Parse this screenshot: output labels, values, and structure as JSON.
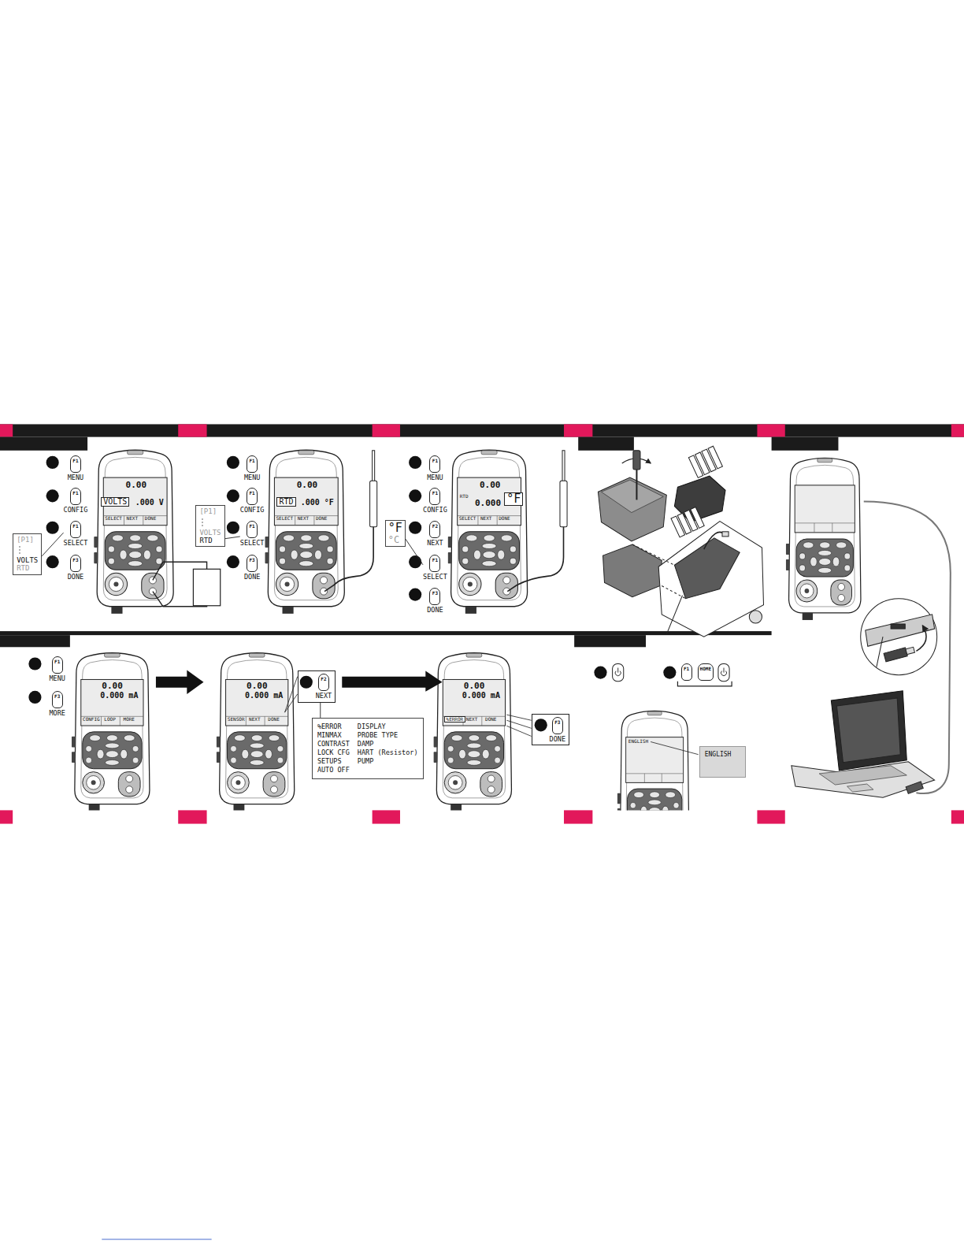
{
  "diagram": {
    "nodes": [
      {
        "text": [
          "F1",
          "MENU"
        ]
      },
      {
        "text": [
          "F1",
          "CONFIG"
        ]
      },
      {
        "text": [
          "[P1]",
          "VOLTS",
          "RTD"
        ]
      },
      {
        "text": [
          "F1",
          "SELECT"
        ]
      },
      {
        "text": [
          "F3",
          "DONE"
        ]
      },
      {
        "text": [
          "F1",
          "MENU"
        ]
      },
      {
        "text": [
          "F1",
          "CONFIG"
        ]
      },
      {
        "text": [
          "[P1]",
          "VOLTS",
          "RTD"
        ]
      },
      {
        "text": [
          "F1",
          "SELECT"
        ]
      },
      {
        "text": [
          "F3",
          "DONE"
        ]
      },
      {
        "text": [
          "F1",
          "MENU"
        ]
      },
      {
        "text": [
          "F1",
          "CONFIG"
        ]
      },
      {
        "text": [
          "F2",
          "NEXT"
        ]
      },
      {
        "text": [
          "°F",
          "°C"
        ]
      },
      {
        "text": [
          "F1",
          "SELECT"
        ]
      },
      {
        "text": [
          "F3",
          "DONE"
        ]
      },
      {
        "text": [
          "F1",
          "MENU"
        ]
      },
      {
        "text": [
          "F3",
          "MORE"
        ]
      },
      {
        "text": [
          "F2",
          "NEXT"
        ]
      },
      {
        "text": [
          "%ERROR",
          "MINMAX",
          "CONTRAST",
          "LOCK CFG",
          "SETUPS",
          "AUTO OFF",
          "DISPLAY",
          "PROBE TYPE",
          "DAMP",
          "HART (Resistor)",
          "PUMP"
        ]
      },
      {
        "text": [
          "F3",
          "DONE"
        ]
      },
      {
        "text": [
          "F1"
        ]
      },
      {
        "text": [
          "HOME"
        ]
      },
      {
        "text": [
          "ENGLISH"
        ]
      }
    ],
    "edges": [
      {
        "from": 2,
        "to": 3,
        "arrow": "none"
      },
      {
        "from": 7,
        "to": 8,
        "arrow": "none"
      },
      {
        "from": 13,
        "to": 14,
        "arrow": "none"
      },
      {
        "from": 18,
        "to": 19,
        "arrow": "none"
      }
    ],
    "labels": [
      "0.00",
      "VOLTS",
      ".000 V",
      "SELECT",
      "NEXT",
      "DONE",
      "0.00",
      "RTD",
      ".000 °F",
      "SELECT",
      "NEXT",
      "DONE",
      "0.00",
      "RTD",
      "0.000",
      "°F",
      "SELECT",
      "NEXT",
      "DONE",
      "0.00",
      "0.000 mA",
      "CONFIG",
      "LOOP",
      "MORE",
      "0.00",
      "0.000 mA",
      "SENSOR",
      "NEXT",
      "DONE",
      "0.00",
      "0.000 mA",
      "%ERROR",
      "NEXT",
      "DONE",
      "ENGLISH"
    ]
  }
}
